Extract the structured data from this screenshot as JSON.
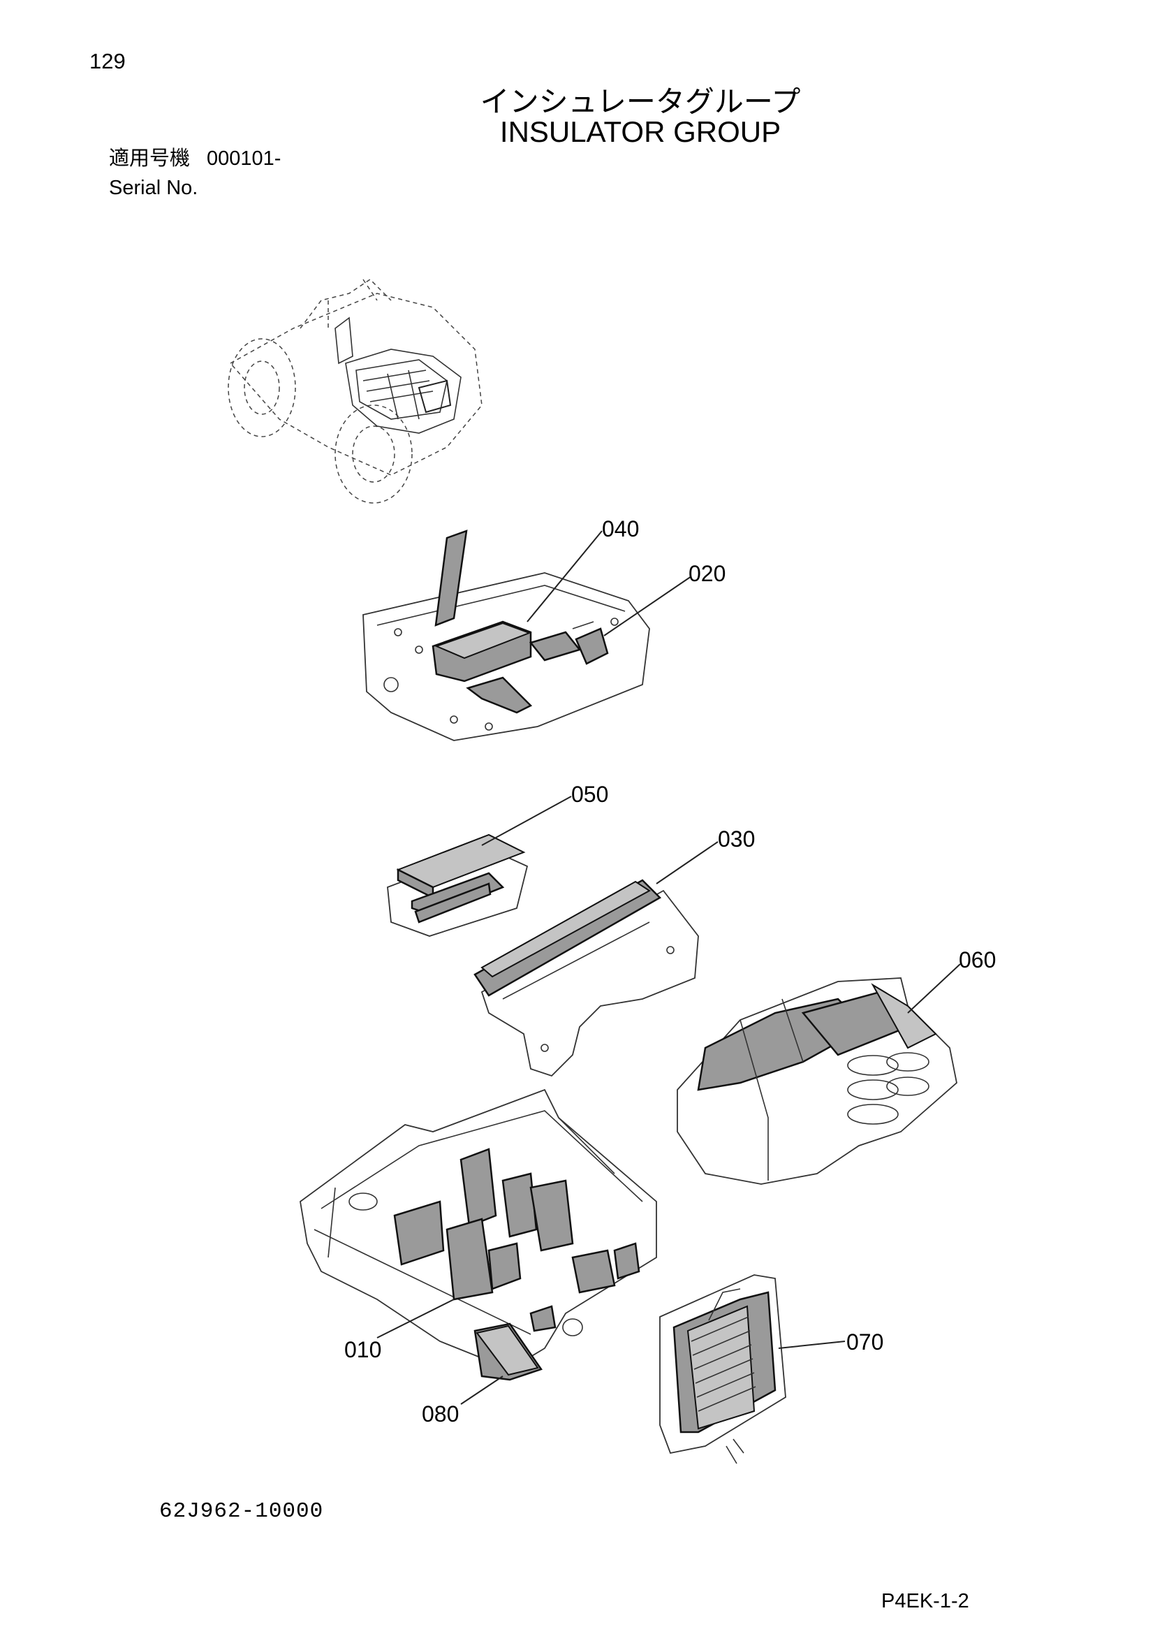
{
  "page_number": "129",
  "title_jp": "インシュレータグループ",
  "title_en": "INSULATOR GROUP",
  "serial": {
    "label_jp": "適用号機",
    "value": "000101-",
    "label_en": "Serial No."
  },
  "callouts": [
    "040",
    "020",
    "050",
    "030",
    "060",
    "010",
    "070",
    "080"
  ],
  "drawing_code": "62J962-10000",
  "page_code": "P4EK-1-2"
}
